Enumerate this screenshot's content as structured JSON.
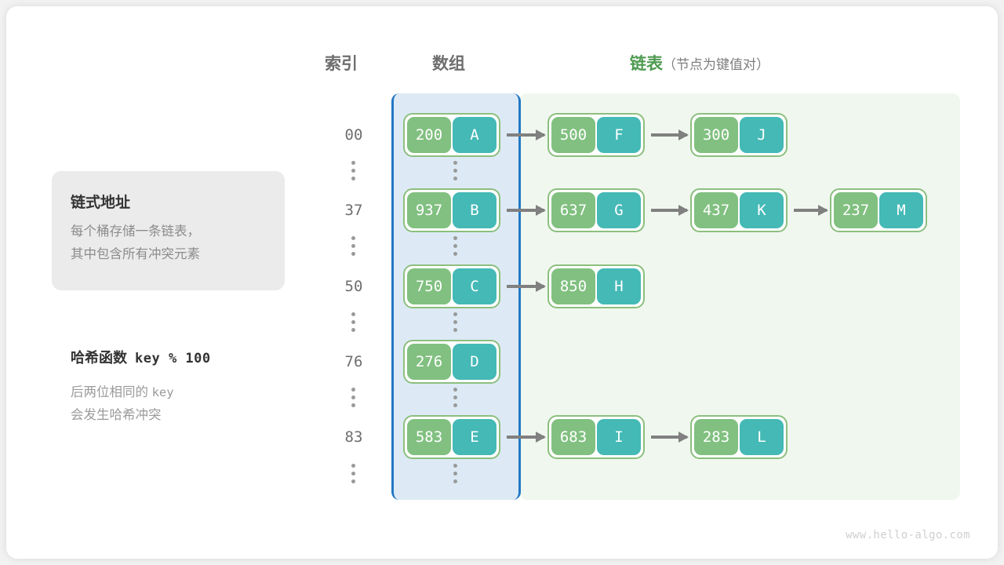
{
  "headers": {
    "index": "索引",
    "array": "数组",
    "list": "链表",
    "list_sub": "（节点为键值对）"
  },
  "info_card": {
    "title": "链式地址",
    "body": "每个桶存储一条链表，\n其中包含所有冲突元素"
  },
  "hash_note": {
    "title_cn": "哈希函数",
    "title_expr": "key % 100",
    "body_line1": "后两位相同的",
    "body_key": "key",
    "body_line2": "会发生哈希冲突"
  },
  "colors": {
    "array_bg": "#ddeaf5",
    "array_border": "#2278c4",
    "list_bg": "#f0f7ef",
    "node_border": "#8cbf7e",
    "key_fill": "#81c080",
    "value_fill": "#44b9b6",
    "arrow": "#808080",
    "list_header": "#4e9a51"
  },
  "ellipsis_glyph": "⋮",
  "buckets": [
    {
      "index": "00",
      "nodes": [
        {
          "key": "200",
          "value": "A"
        },
        {
          "key": "500",
          "value": "F"
        },
        {
          "key": "300",
          "value": "J"
        }
      ]
    },
    {
      "index": "37",
      "nodes": [
        {
          "key": "937",
          "value": "B"
        },
        {
          "key": "637",
          "value": "G"
        },
        {
          "key": "437",
          "value": "K"
        },
        {
          "key": "237",
          "value": "M"
        }
      ]
    },
    {
      "index": "50",
      "nodes": [
        {
          "key": "750",
          "value": "C"
        },
        {
          "key": "850",
          "value": "H"
        }
      ]
    },
    {
      "index": "76",
      "nodes": [
        {
          "key": "276",
          "value": "D"
        }
      ]
    },
    {
      "index": "83",
      "nodes": [
        {
          "key": "583",
          "value": "E"
        },
        {
          "key": "683",
          "value": "I"
        },
        {
          "key": "283",
          "value": "L"
        }
      ]
    }
  ],
  "watermark": "www.hello-algo.com"
}
